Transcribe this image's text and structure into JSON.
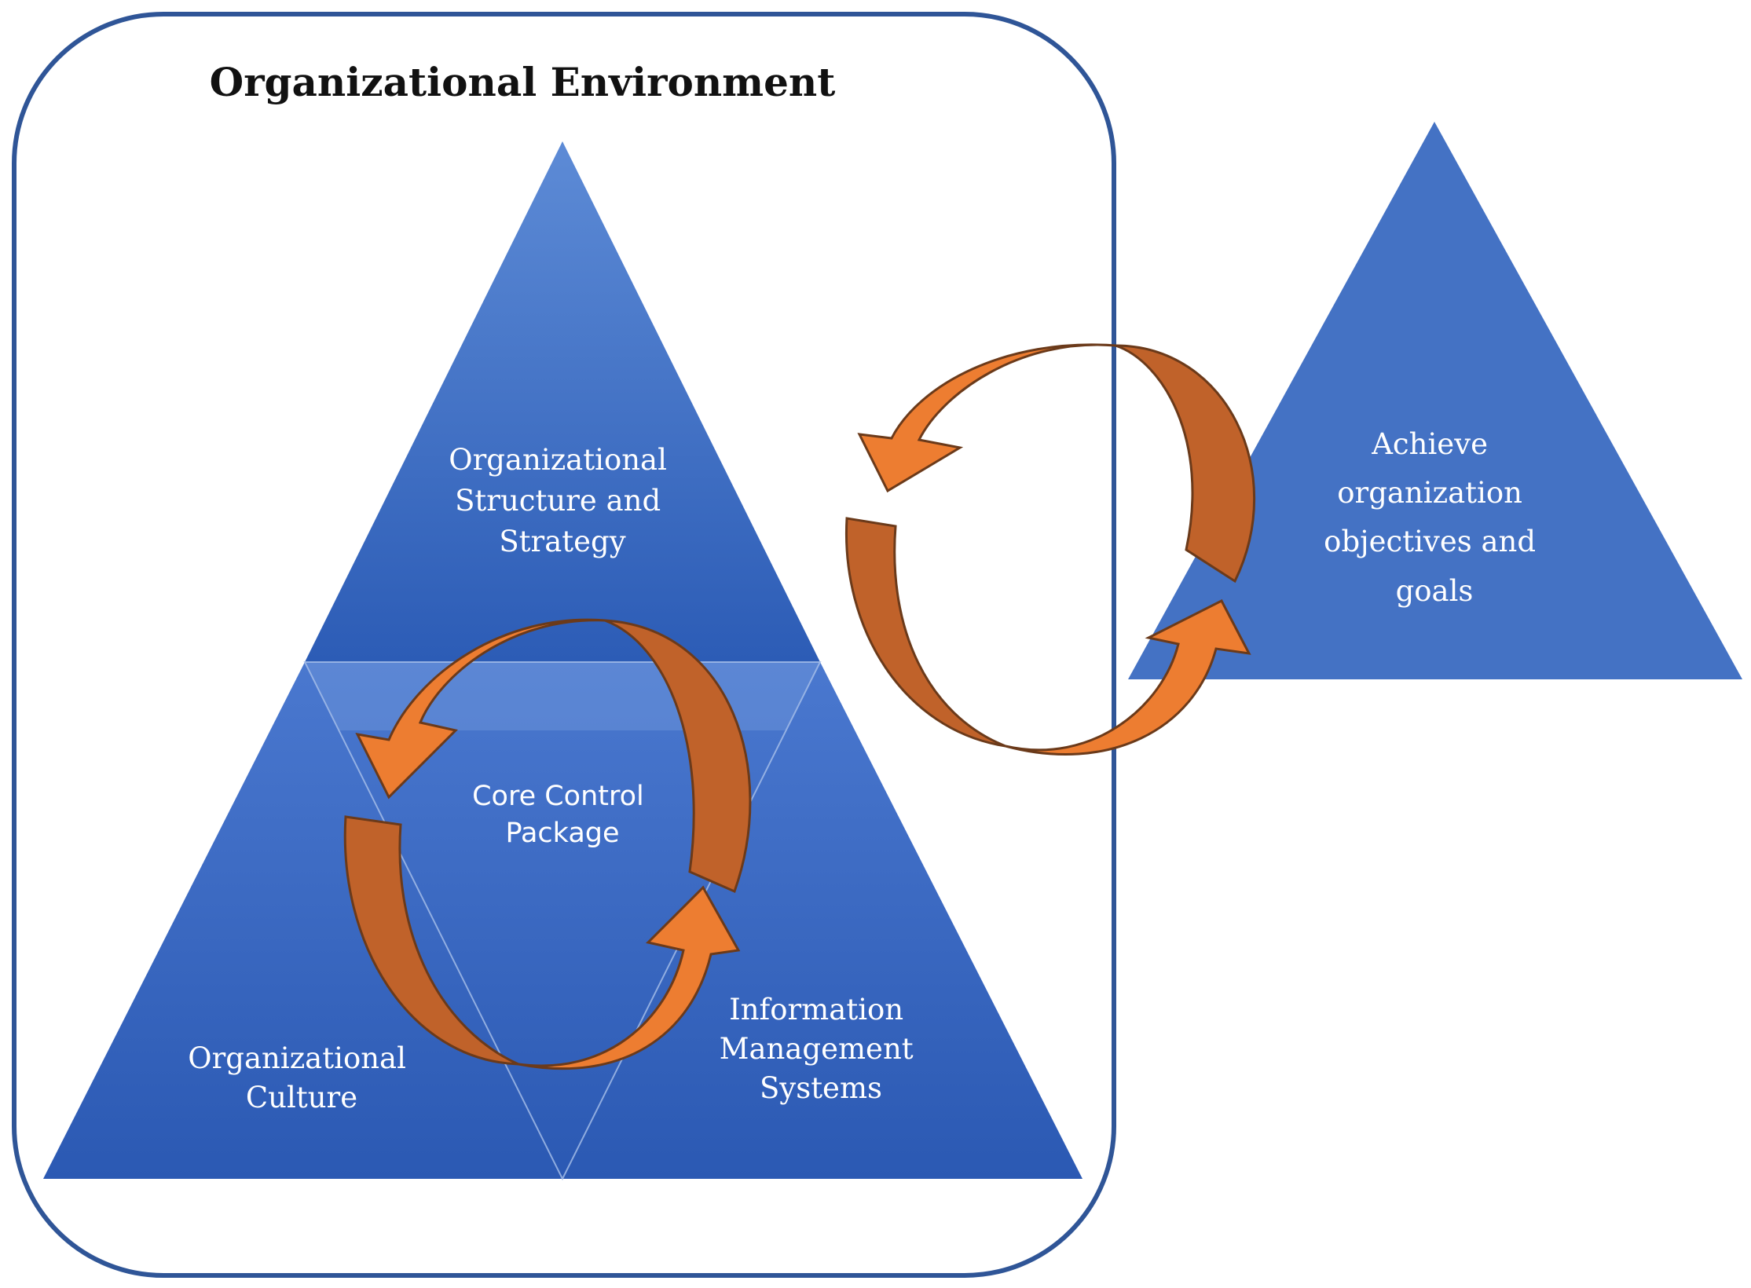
{
  "diagram": {
    "title": "Organizational Environment",
    "apex_label": [
      "Organizational",
      "Structure and",
      "Strategy"
    ],
    "core_label": [
      "Core Control",
      "Package"
    ],
    "left_label": [
      "Organizational",
      "Culture"
    ],
    "right_label": [
      "Information",
      "Management",
      "Systems"
    ],
    "goal_label": [
      "Achieve",
      "organization",
      "objectives and",
      "goals"
    ]
  },
  "colors": {
    "frame": "#2f5597",
    "triangle_light": "#4c7dd2",
    "triangle_dark": "#2c5cb6",
    "goal_triangle": "#4472c4",
    "arrow_face": "#ed7d31",
    "arrow_back": "#c0622a",
    "arrow_outline": "#6b3a1a",
    "text_light": "#ffffff",
    "text_dark": "#111111"
  }
}
